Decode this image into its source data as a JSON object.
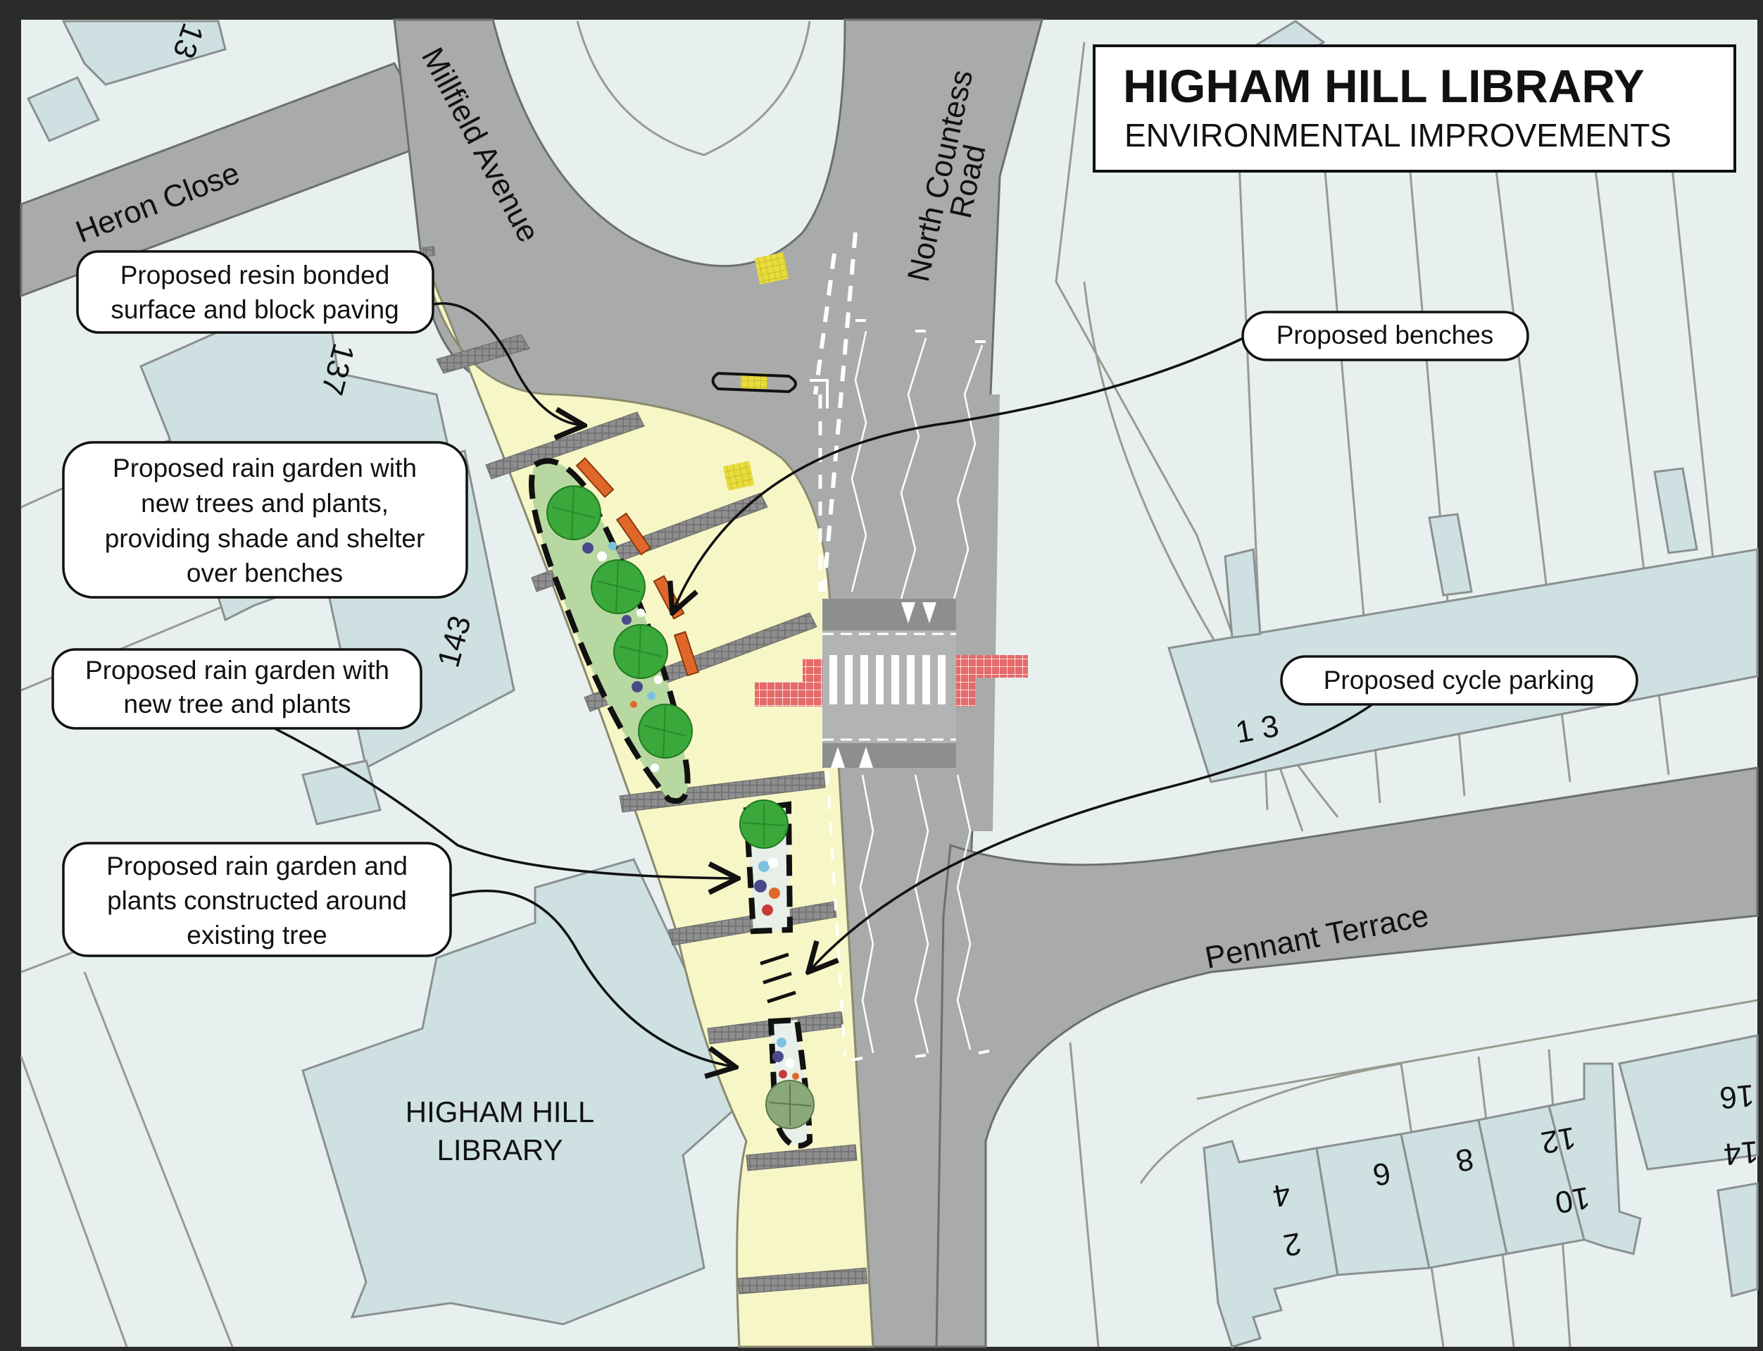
{
  "title": {
    "main": "HIGHAM HILL LIBRARY",
    "sub": "ENVIRONMENTAL IMPROVEMENTS"
  },
  "roads": {
    "heron_close": "Heron Close",
    "millfield_avenue": "Millfield Avenue",
    "north_countess_line1": "North Countess",
    "north_countess_line2": "Road",
    "pennant_terrace": "Pennant Terrace"
  },
  "building": {
    "line1": "HIGHAM HILL",
    "line2": "LIBRARY"
  },
  "house_numbers": {
    "n13_top": "13",
    "n137": "137",
    "n143": "143",
    "n1_3": "1 3",
    "n2": "2",
    "n4": "4",
    "n6": "6",
    "n8": "8",
    "n10": "10",
    "n12": "12",
    "n14": "14",
    "n16": "16"
  },
  "callouts": {
    "resin": [
      "Proposed resin bonded",
      "surface and block paving"
    ],
    "rain_garden_trees": [
      "Proposed rain garden with",
      "new trees and plants,",
      "providing shade and shelter",
      "over benches"
    ],
    "rain_garden_tree": [
      "Proposed rain garden with",
      "new tree and plants"
    ],
    "rain_garden_existing": [
      "Proposed rain garden and",
      "plants constructed around",
      "existing tree"
    ],
    "benches": "Proposed benches",
    "cycle": "Proposed cycle parking"
  },
  "colors": {
    "background": "#e8efef",
    "road": "#a9abab",
    "building": "#cfe0e3",
    "paving": "#f7f6c6",
    "garden": "#b7d9a1",
    "tree": "#3aa83a",
    "bench": "#e0672a",
    "tactile_red": "#e56a6a",
    "tactile_yellow": "#e8dd3b"
  }
}
